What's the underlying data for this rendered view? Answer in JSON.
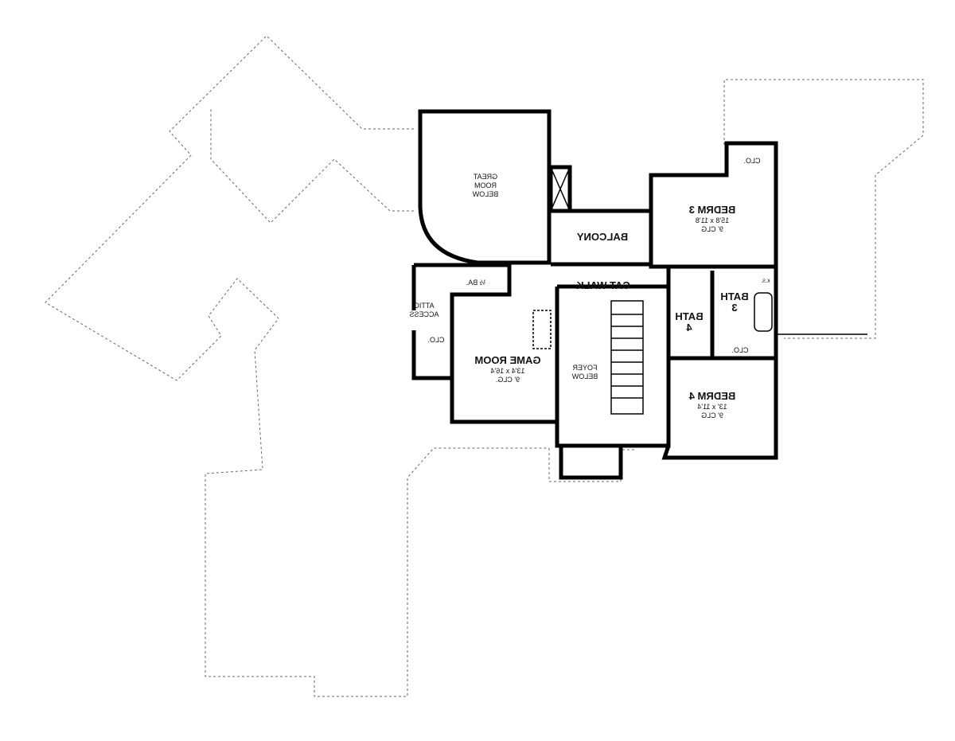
{
  "plan": {
    "orientation": "mirrored",
    "rooms": {
      "great_room": [
        "GREAT",
        "ROOM",
        "BELOW"
      ],
      "balcony": "BALCONY",
      "cat_walk": "CAT WALK",
      "bedrm3": {
        "name": "BEDRM 3",
        "size": "15'8 x 11'8",
        "ceiling": "9' CLG"
      },
      "bedrm3_closet": "CLO.",
      "bath3": [
        "BATH",
        "3"
      ],
      "bath4": [
        "BATH",
        "4"
      ],
      "ks": "K.S.",
      "bath_closet": "CLO.",
      "bedrm4": {
        "name": "BEDRM 4",
        "size": "13' x 11'4",
        "ceiling": "9' CLG"
      },
      "game_room": {
        "name": "GAME ROOM",
        "size": "13'4 x 16'4",
        "ceiling": "9' CLG."
      },
      "half_bath": "½ BA.",
      "attic": [
        "ATTIC",
        "ACCESS"
      ],
      "attic_closet": "CLO.",
      "foyer": [
        "FOYER",
        "BELOW"
      ]
    }
  }
}
